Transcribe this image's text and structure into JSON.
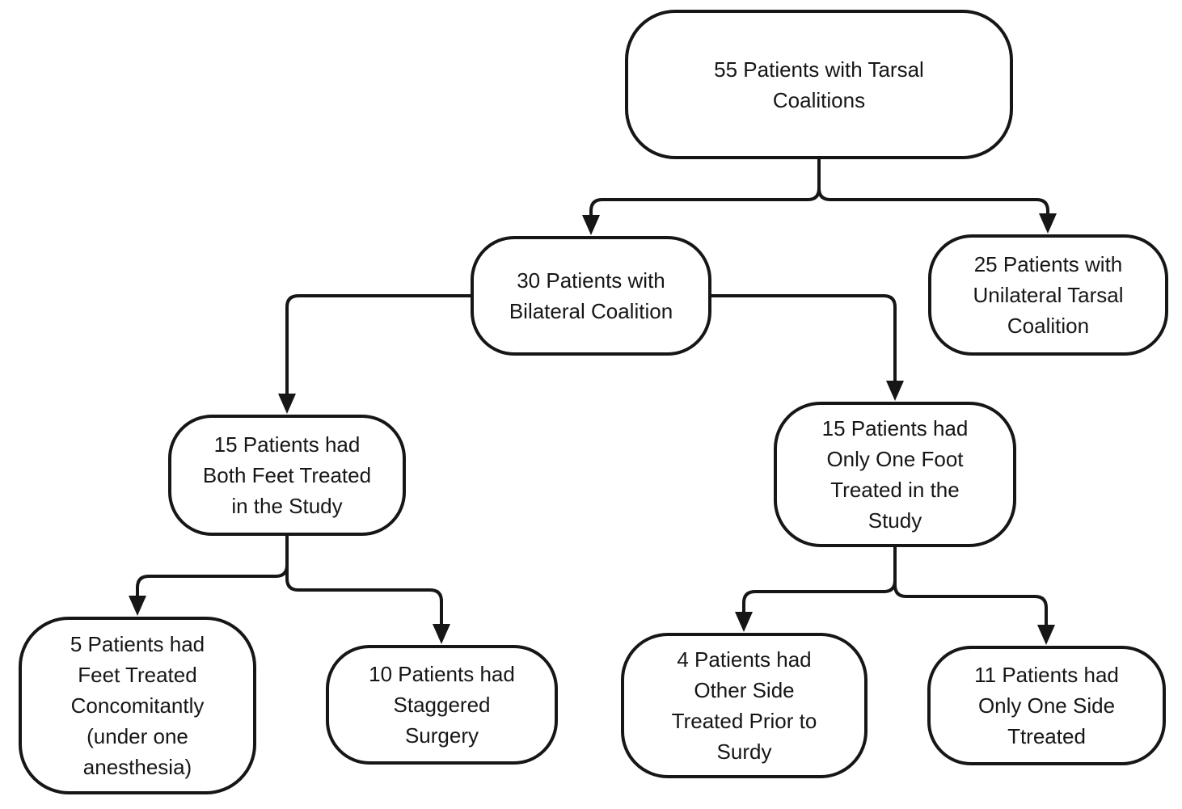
{
  "diagram": {
    "type": "flowchart",
    "background_color": "#ffffff",
    "node_border_color": "#161616",
    "node_fill_color": "#ffffff",
    "text_color": "#161616",
    "arrow_color": "#161616",
    "nodes": [
      {
        "id": "root",
        "level": 1,
        "label": "55 Patients with Tarsal\nCoalitions"
      },
      {
        "id": "bilateral",
        "level": 2,
        "label": "30 Patients with\nBilateral Coalition"
      },
      {
        "id": "unilateral",
        "level": 2,
        "label": "25 Patients with\nUnilateral Tarsal\nCoalition"
      },
      {
        "id": "both-feet",
        "level": 3,
        "label": "15 Patients had\nBoth Feet Treated\nin the Study"
      },
      {
        "id": "one-foot",
        "level": 3,
        "label": "15 Patients had\nOnly One Foot\nTreated in the\nStudy"
      },
      {
        "id": "concomitant",
        "level": 4,
        "label": "5 Patients had\nFeet Treated\nConcomitantly\n(under one\nanesthesia)"
      },
      {
        "id": "staggered",
        "level": 4,
        "label": "10 Patients had\nStaggered\nSurgery"
      },
      {
        "id": "other-side",
        "level": 4,
        "label": "4 Patients had\nOther Side\nTreated Prior to\nSurdy"
      },
      {
        "id": "one-side",
        "level": 4,
        "label": "11 Patients had\nOnly One Side\nTtreated"
      }
    ],
    "edges": [
      {
        "from": "root",
        "to": "bilateral"
      },
      {
        "from": "root",
        "to": "unilateral"
      },
      {
        "from": "bilateral",
        "to": "both-feet"
      },
      {
        "from": "bilateral",
        "to": "one-foot"
      },
      {
        "from": "both-feet",
        "to": "concomitant"
      },
      {
        "from": "both-feet",
        "to": "staggered"
      },
      {
        "from": "one-foot",
        "to": "other-side"
      },
      {
        "from": "one-foot",
        "to": "one-side"
      }
    ]
  }
}
